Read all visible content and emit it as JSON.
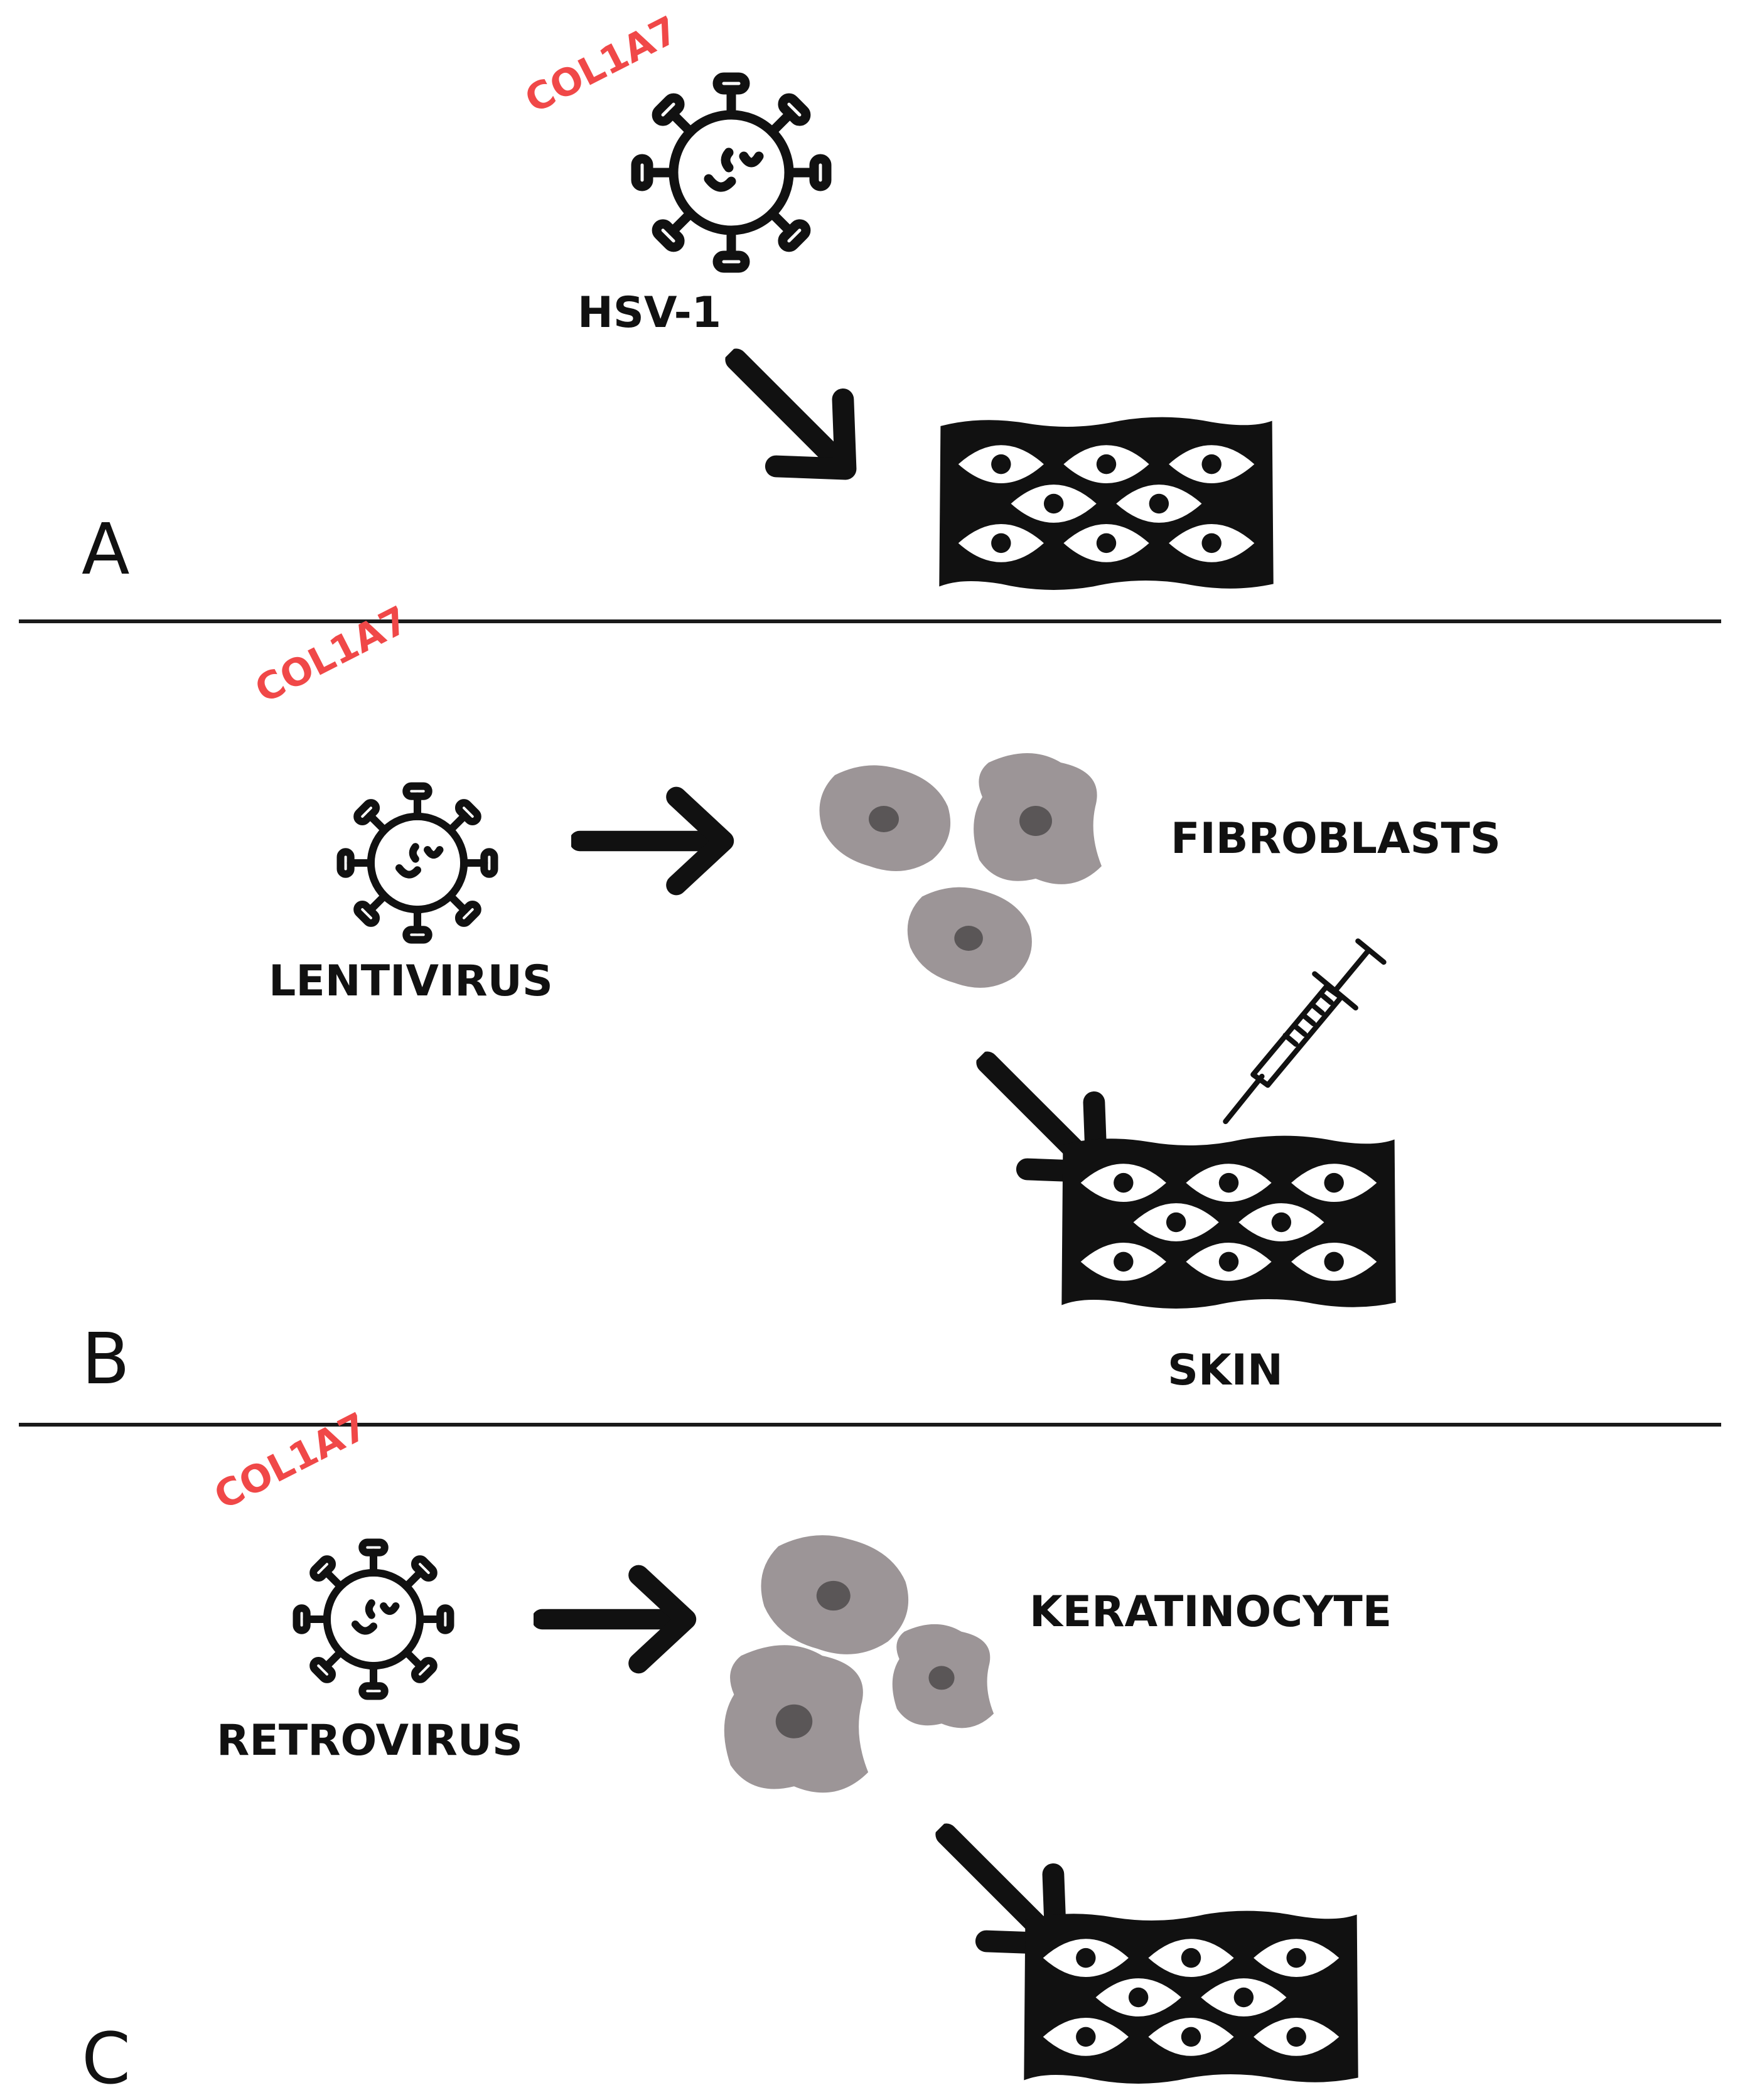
{
  "panels": [
    {
      "letter": "A",
      "gene": "COL1A7",
      "vector": "HSV-1"
    },
    {
      "letter": "B",
      "gene": "COL1A7",
      "vector": "LENTIVIRUS",
      "cells": "FIBROBLASTS",
      "target": "SKIN"
    },
    {
      "letter": "C",
      "gene": "COL1A7",
      "vector": "RETROVIRUS",
      "cells": "KERATINOCYTE"
    }
  ],
  "colors": {
    "gene_label": "#f04848",
    "cell_body": "#9c9597",
    "cell_nucleus": "#5a5657",
    "ink": "#111111"
  },
  "icons": [
    "virus-icon",
    "arrow-icon",
    "skin-tissue-icon",
    "cell-icon",
    "syringe-icon"
  ]
}
